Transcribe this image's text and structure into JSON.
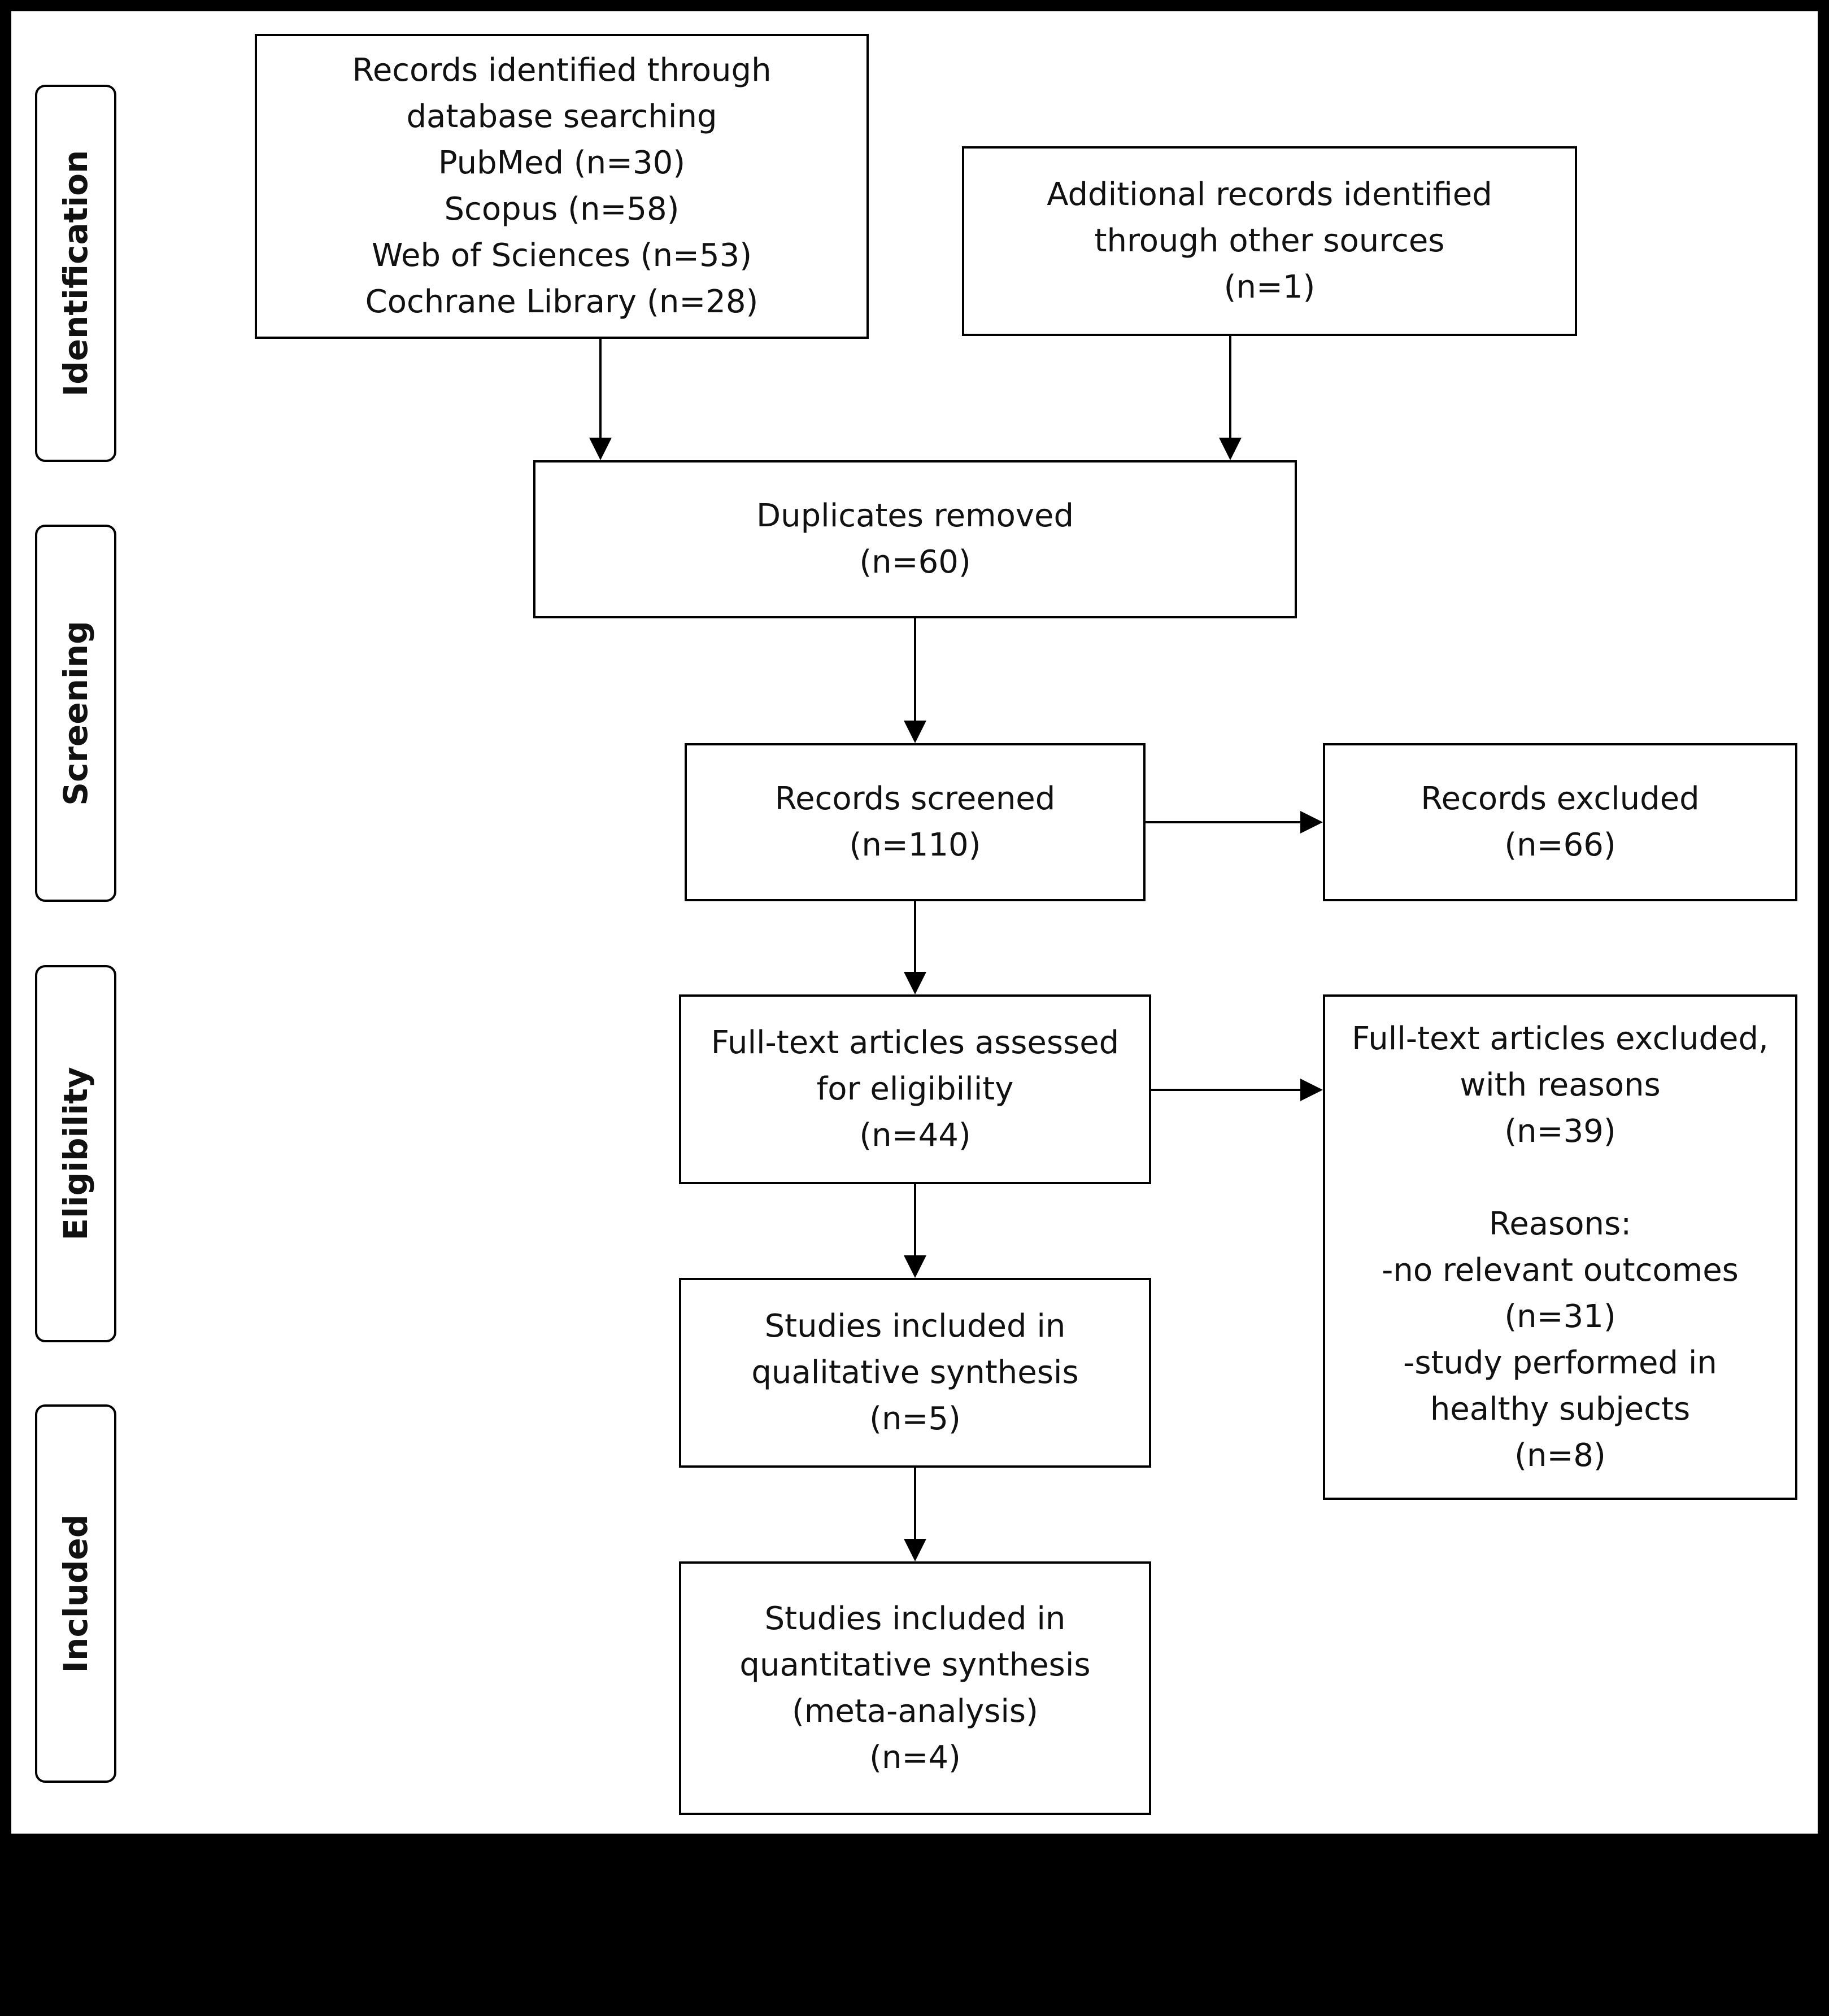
{
  "stages": {
    "identification": "Identification",
    "screening": "Screening",
    "eligibility": "Eligibility",
    "included": "Included"
  },
  "boxes": {
    "records_identified": {
      "lines": [
        "Records identified through",
        "database searching",
        "PubMed (n=30)",
        "Scopus (n=58)",
        "Web of Sciences (n=53)",
        "Cochrane Library (n=28)"
      ]
    },
    "additional_records": {
      "lines": [
        "Additional records identified",
        "through other sources",
        "(n=1)"
      ]
    },
    "duplicates_removed": {
      "lines": [
        "Duplicates removed",
        "(n=60)"
      ]
    },
    "records_screened": {
      "lines": [
        "Records screened",
        "(n=110)"
      ]
    },
    "records_excluded": {
      "lines": [
        "Records excluded",
        "(n=66)"
      ]
    },
    "fulltext_assessed": {
      "lines": [
        "Full-text articles assessed",
        "for eligibility",
        "(n=44)"
      ]
    },
    "fulltext_excluded": {
      "lines": [
        "Full-text articles excluded,",
        "with reasons",
        "(n=39)",
        "",
        "Reasons:",
        "-no relevant outcomes",
        "(n=31)",
        "-study performed in",
        "healthy subjects",
        "(n=8)"
      ]
    },
    "qualitative": {
      "lines": [
        "Studies included in",
        "qualitative synthesis",
        "(n=5)"
      ]
    },
    "quantitative": {
      "lines": [
        "Studies included in",
        "quantitative synthesis",
        "(meta-analysis)",
        "(n=4)"
      ]
    }
  }
}
